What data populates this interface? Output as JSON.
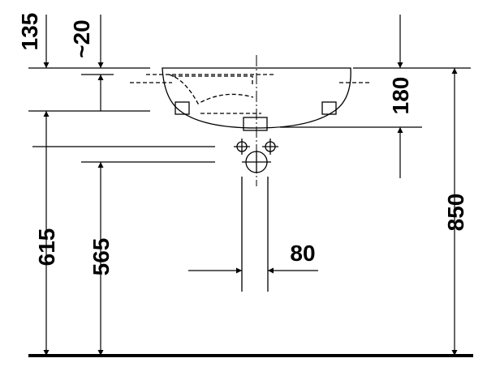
{
  "drawing": {
    "colors": {
      "line": "#000000",
      "background": "#ffffff"
    },
    "dimensions": {
      "d135": "135",
      "d20": "~20",
      "d180": "180",
      "d615": "615",
      "d565": "565",
      "d80": "80",
      "d850": "850"
    }
  }
}
